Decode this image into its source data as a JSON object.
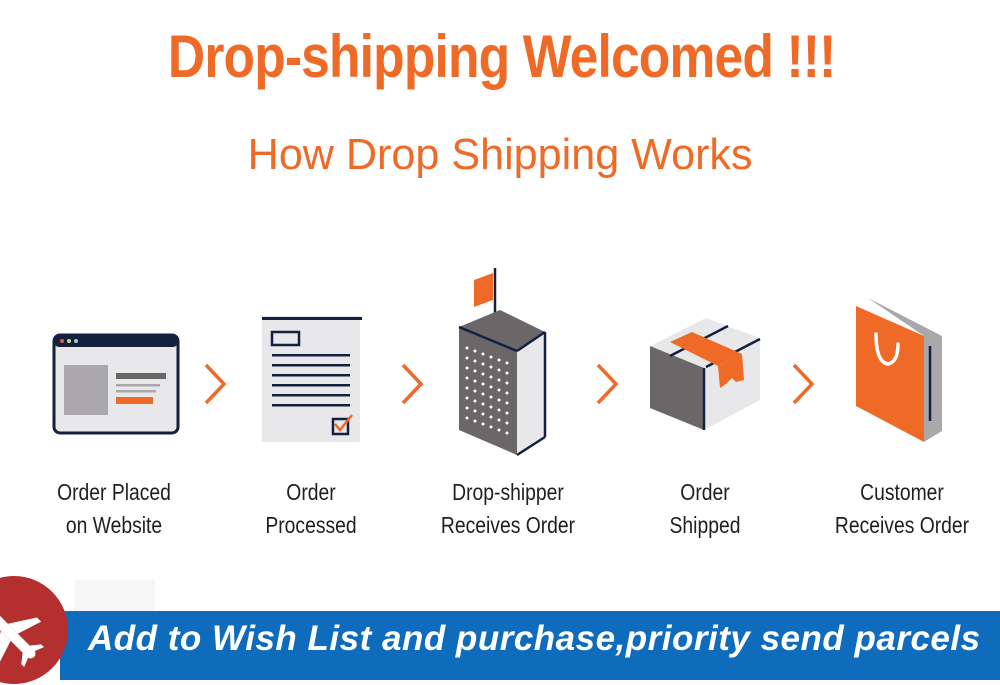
{
  "header": {
    "title": "Drop-shipping Welcomed !!!",
    "subtitle": "How Drop Shipping Works"
  },
  "colors": {
    "accent_orange": "#f06a27",
    "navy": "#13213f",
    "light_gray": "#e8e8ea",
    "mid_gray": "#aaa8ab",
    "dark_gray": "#6b6769",
    "banner_blue": "#0f6cbd",
    "badge_red": "#b3302f"
  },
  "steps": [
    {
      "icon": "browser-window-icon",
      "line1": "Order Placed",
      "line2": "on Website"
    },
    {
      "icon": "document-checklist-icon",
      "line1": "Order",
      "line2": "Processed"
    },
    {
      "icon": "warehouse-building-icon",
      "line1": "Drop-shipper",
      "line2": "Receives Order"
    },
    {
      "icon": "package-box-icon",
      "line1": "Order",
      "line2": "Shipped"
    },
    {
      "icon": "shopping-bag-icon",
      "line1": "Customer",
      "line2": "Receives Order"
    }
  ],
  "arrows": [
    "chevron-right-icon",
    "chevron-right-icon",
    "chevron-right-icon",
    "chevron-right-icon"
  ],
  "banner": {
    "icon": "airplane-icon",
    "text": "Add to Wish List and purchase,priority send parcels"
  }
}
